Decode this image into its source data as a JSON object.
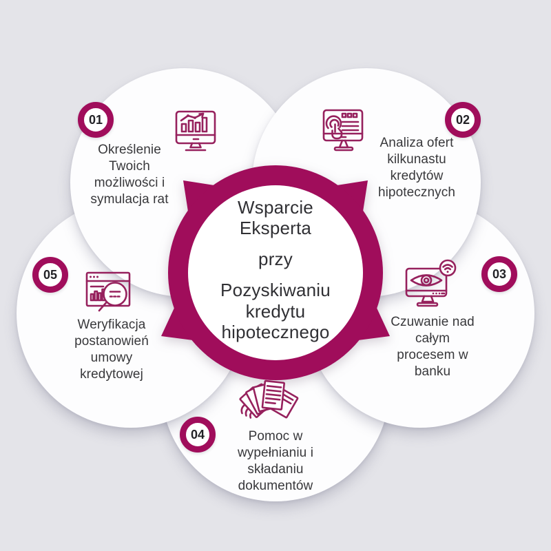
{
  "theme": {
    "background_color": "#e4e4e9",
    "accent_color": "#A00D5B",
    "icon_color": "#96215D",
    "petal_color": "#fdfdfe",
    "text_color": "#303034"
  },
  "center": {
    "line1": "Wsparcie Eksperta",
    "line2": "przy",
    "line3": "Pozyskiwaniu kredytu hipotecznego"
  },
  "steps": [
    {
      "number": "01",
      "icon": "monitor-chart-icon",
      "label": "Określenie\nTwoich\nmożliwości i\nsymulacja rat"
    },
    {
      "number": "02",
      "icon": "monitor-click-icon",
      "label": "Analiza ofert\nkilkunastu\nkredytów\nhipotecznych"
    },
    {
      "number": "03",
      "icon": "monitor-eye-wifi-icon",
      "label": "Czuwanie nad\ncałym\nprocesem w\nbanku"
    },
    {
      "number": "04",
      "icon": "documents-icon",
      "label": "Pomoc w\nwypełnianiu i\nskładaniu\ndokumentów"
    },
    {
      "number": "05",
      "icon": "browser-magnifier-icon",
      "label": "Weryfikacja\npostanowień\numowy\nkredytowej"
    }
  ]
}
